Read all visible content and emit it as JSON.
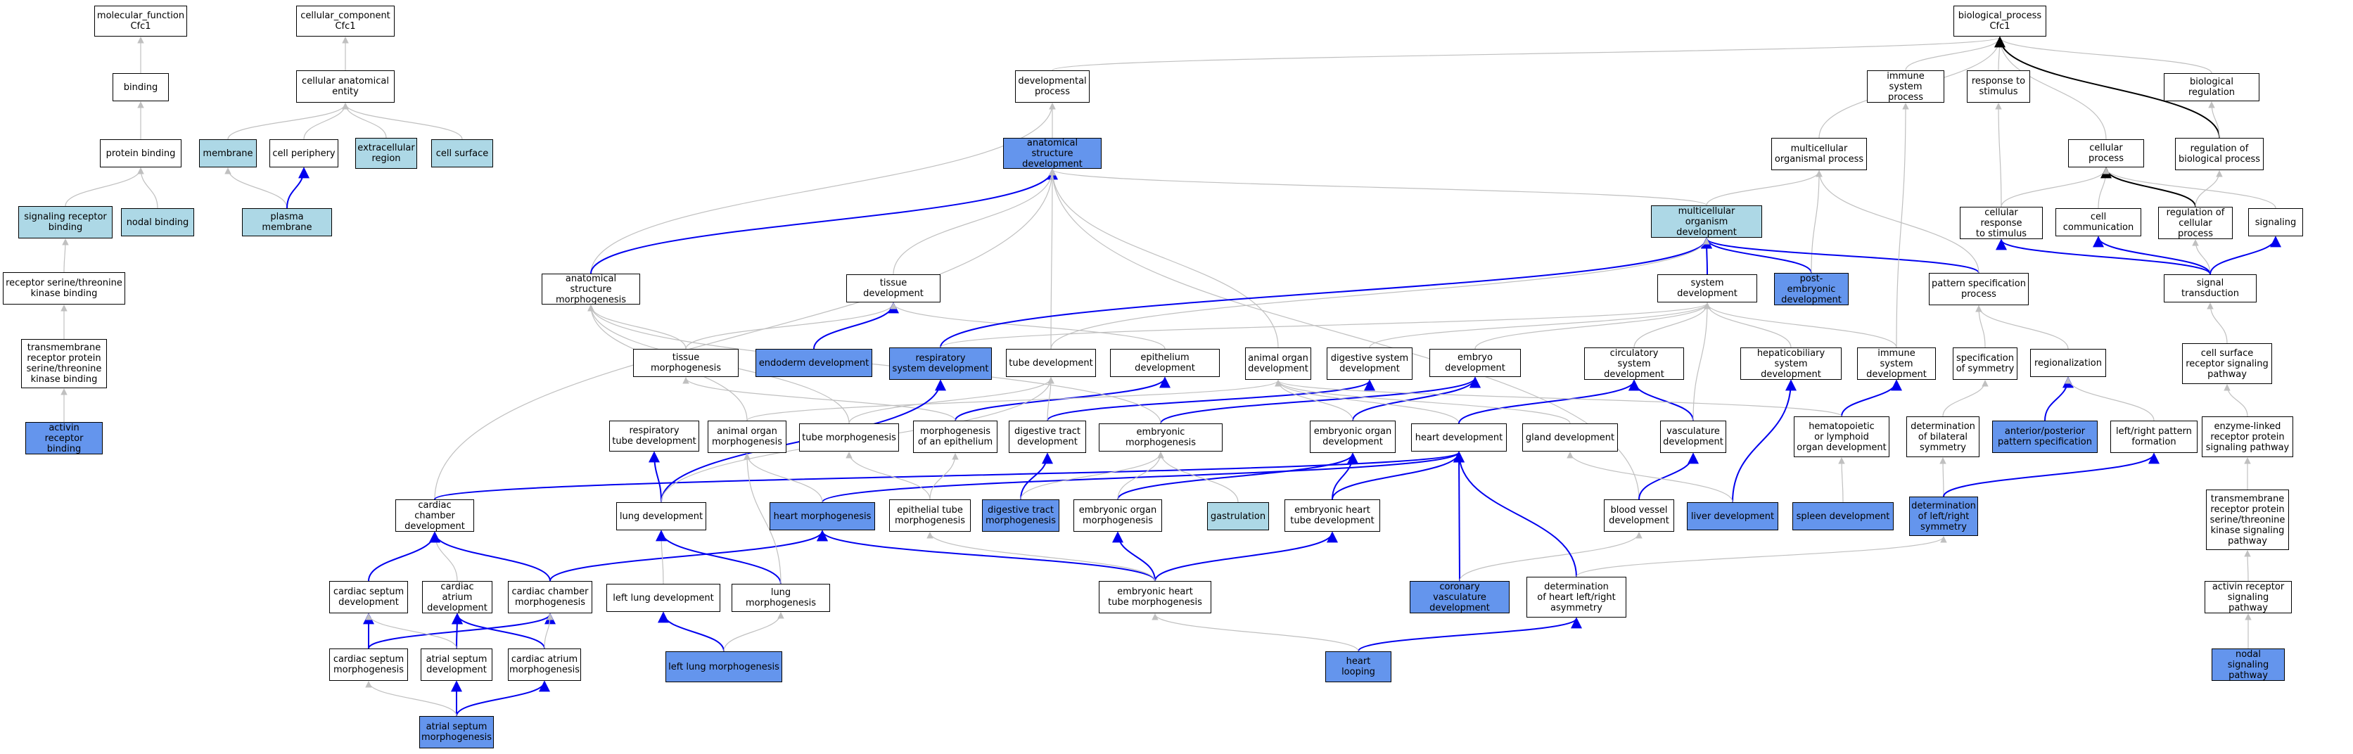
{
  "colors": {
    "light": "#add8e6",
    "dark": "#6495ed",
    "gray_edge": "#c0c0c0",
    "blue_edge": "#0000ee",
    "black_edge": "#000000"
  },
  "nodes": {
    "mf": {
      "label": "molecular_function\nCfc1",
      "fill": "white"
    },
    "cc": {
      "label": "cellular_component\nCfc1",
      "fill": "white"
    },
    "bp": {
      "label": "biological_process\nCfc1",
      "fill": "white"
    },
    "binding": {
      "label": "binding",
      "fill": "white"
    },
    "protbind": {
      "label": "protein binding",
      "fill": "white"
    },
    "sigrec": {
      "label": "signaling receptor\nbinding",
      "fill": "light"
    },
    "nodalb": {
      "label": "nodal binding",
      "fill": "light"
    },
    "rstkb": {
      "label": "receptor serine/threonine\nkinase binding",
      "fill": "white"
    },
    "tmrec": {
      "label": "transmembrane\nreceptor protein\nserine/threonine\nkinase binding",
      "fill": "white"
    },
    "activb": {
      "label": "activin receptor\nbinding",
      "fill": "dark"
    },
    "cae": {
      "label": "cellular anatomical\nentity",
      "fill": "white"
    },
    "membrane": {
      "label": "membrane",
      "fill": "light"
    },
    "cellper": {
      "label": "cell periphery",
      "fill": "white"
    },
    "extrareg": {
      "label": "extracellular\nregion",
      "fill": "light"
    },
    "cellsurf": {
      "label": "cell surface",
      "fill": "light"
    },
    "plasmam": {
      "label": "plasma membrane",
      "fill": "light"
    },
    "devproc": {
      "label": "developmental\nprocess",
      "fill": "white"
    },
    "asdev": {
      "label": "anatomical structure\ndevelopment",
      "fill": "dark"
    },
    "asmorph": {
      "label": "anatomical structure\nmorphogenesis",
      "fill": "white"
    },
    "tissdev": {
      "label": "tissue development",
      "fill": "white"
    },
    "tissmorph": {
      "label": "tissue morphogenesis",
      "fill": "white"
    },
    "endoderm": {
      "label": "endoderm development",
      "fill": "dark"
    },
    "respsys": {
      "label": "respiratory\nsystem development",
      "fill": "dark"
    },
    "tubedev": {
      "label": "tube development",
      "fill": "white"
    },
    "epidev": {
      "label": "epithelium development",
      "fill": "white"
    },
    "aodev": {
      "label": "animal organ\ndevelopment",
      "fill": "white"
    },
    "digsys": {
      "label": "digestive system\ndevelopment",
      "fill": "white"
    },
    "embdev": {
      "label": "embryo development",
      "fill": "white"
    },
    "resptube": {
      "label": "respiratory\ntube development",
      "fill": "white"
    },
    "aomorph": {
      "label": "animal organ\nmorphogenesis",
      "fill": "white"
    },
    "tubemorph": {
      "label": "tube morphogenesis",
      "fill": "white"
    },
    "morphepi": {
      "label": "morphogenesis\nof an epithelium",
      "fill": "white"
    },
    "digtract": {
      "label": "digestive tract\ndevelopment",
      "fill": "white"
    },
    "embmorph": {
      "label": "embryonic morphogenesis",
      "fill": "white"
    },
    "emborgdev": {
      "label": "embryonic organ\ndevelopment",
      "fill": "white"
    },
    "heartdev": {
      "label": "heart development",
      "fill": "white"
    },
    "ccdev": {
      "label": "cardiac chamber\ndevelopment",
      "fill": "white"
    },
    "lungdev": {
      "label": "lung development",
      "fill": "white"
    },
    "heartmorph": {
      "label": "heart morphogenesis",
      "fill": "dark"
    },
    "epitubemorph": {
      "label": "epithelial tube\nmorphogenesis",
      "fill": "white"
    },
    "digtractmorph": {
      "label": "digestive tract\nmorphogenesis",
      "fill": "dark"
    },
    "emborgmorph": {
      "label": "embryonic organ\nmorphogenesis",
      "fill": "white"
    },
    "gastrulation": {
      "label": "gastrulation",
      "fill": "light"
    },
    "embhtd": {
      "label": "embryonic heart\ntube development",
      "fill": "white"
    },
    "csdev": {
      "label": "cardiac septum\ndevelopment",
      "fill": "white"
    },
    "cadev": {
      "label": "cardiac atrium\ndevelopment",
      "fill": "white"
    },
    "ccmorph": {
      "label": "cardiac chamber\nmorphogenesis",
      "fill": "white"
    },
    "leftlungdev": {
      "label": "left lung development",
      "fill": "white"
    },
    "lungmorph": {
      "label": "lung morphogenesis",
      "fill": "white"
    },
    "embhtm": {
      "label": "embryonic heart\ntube morphogenesis",
      "fill": "white"
    },
    "csmorph": {
      "label": "cardiac septum\nmorphogenesis",
      "fill": "white"
    },
    "asepdev": {
      "label": "atrial septum\ndevelopment",
      "fill": "white"
    },
    "camorph": {
      "label": "cardiac atrium\nmorphogenesis",
      "fill": "white"
    },
    "leftlungmorph": {
      "label": "left lung morphogenesis",
      "fill": "dark"
    },
    "asepmorph": {
      "label": "atrial septum\nmorphogenesis",
      "fill": "dark"
    },
    "immsysproc": {
      "label": "immune system\nprocess",
      "fill": "white"
    },
    "resp": {
      "label": "response to\nstimulus",
      "fill": "white"
    },
    "bioreg": {
      "label": "biological regulation",
      "fill": "white"
    },
    "mop": {
      "label": "multicellular\norganismal process",
      "fill": "white"
    },
    "cellproc": {
      "label": "cellular process",
      "fill": "white"
    },
    "regbp": {
      "label": "regulation of\nbiological process",
      "fill": "white"
    },
    "mod": {
      "label": "multicellular\norganism development",
      "fill": "light"
    },
    "cellresp": {
      "label": "cellular response\nto stimulus",
      "fill": "white"
    },
    "cellcomm": {
      "label": "cell communication",
      "fill": "white"
    },
    "regcp": {
      "label": "regulation of\ncellular process",
      "fill": "white"
    },
    "signaling": {
      "label": "signaling",
      "fill": "white"
    },
    "sysdev": {
      "label": "system development",
      "fill": "white"
    },
    "postemb": {
      "label": "post-embryonic\ndevelopment",
      "fill": "dark"
    },
    "patspec": {
      "label": "pattern specification\nprocess",
      "fill": "white"
    },
    "sigtrans": {
      "label": "signal transduction",
      "fill": "white"
    },
    "circdev": {
      "label": "circulatory\nsystem development",
      "fill": "white"
    },
    "hepdev": {
      "label": "hepaticobiliary\nsystem development",
      "fill": "white"
    },
    "immdev": {
      "label": "immune system\ndevelopment",
      "fill": "white"
    },
    "specsym": {
      "label": "specification\nof symmetry",
      "fill": "white"
    },
    "regionalization": {
      "label": "regionalization",
      "fill": "white"
    },
    "csrsp": {
      "label": "cell surface\nreceptor signaling\npathway",
      "fill": "white"
    },
    "glanddev": {
      "label": "gland development",
      "fill": "white"
    },
    "vascdev": {
      "label": "vasculature\ndevelopment",
      "fill": "white"
    },
    "hemdev": {
      "label": "hematopoietic\nor lymphoid\norgan development",
      "fill": "white"
    },
    "detbilat": {
      "label": "determination\nof bilateral\nsymmetry",
      "fill": "white"
    },
    "antpost": {
      "label": "anterior/posterior\npattern specification",
      "fill": "dark"
    },
    "lrform": {
      "label": "left/right pattern\nformation",
      "fill": "white"
    },
    "elrsp": {
      "label": "enzyme-linked\nreceptor protein\nsignaling pathway",
      "fill": "white"
    },
    "bvdev": {
      "label": "blood vessel\ndevelopment",
      "fill": "white"
    },
    "liverdev": {
      "label": "liver development",
      "fill": "dark"
    },
    "spleendev": {
      "label": "spleen development",
      "fill": "dark"
    },
    "detlr": {
      "label": "determination\nof left/right\nsymmetry",
      "fill": "dark"
    },
    "tmrsp": {
      "label": "transmembrane\nreceptor protein\nserine/threonine\nkinase signaling\npathway",
      "fill": "white"
    },
    "covasc": {
      "label": "coronary vasculature\ndevelopment",
      "fill": "dark"
    },
    "dethlr": {
      "label": "determination\nof heart left/right\nasymmetry",
      "fill": "white"
    },
    "activsp": {
      "label": "activin receptor\nsignaling pathway",
      "fill": "white"
    },
    "heartloop": {
      "label": "heart looping",
      "fill": "dark"
    },
    "nodalsp": {
      "label": "nodal signaling\npathway",
      "fill": "dark"
    }
  },
  "edges": [
    [
      "binding",
      "mf",
      "g"
    ],
    [
      "protbind",
      "binding",
      "g"
    ],
    [
      "sigrec",
      "protbind",
      "g"
    ],
    [
      "nodalb",
      "protbind",
      "g"
    ],
    [
      "rstkb",
      "sigrec",
      "g"
    ],
    [
      "tmrec",
      "rstkb",
      "g"
    ],
    [
      "activb",
      "tmrec",
      "g"
    ],
    [
      "cae",
      "cc",
      "g"
    ],
    [
      "membrane",
      "cae",
      "g"
    ],
    [
      "cellper",
      "cae",
      "g"
    ],
    [
      "extrareg",
      "cae",
      "g"
    ],
    [
      "cellsurf",
      "cae",
      "g"
    ],
    [
      "plasmam",
      "membrane",
      "g"
    ],
    [
      "plasmam",
      "cellper",
      "b"
    ],
    [
      "devproc",
      "bp",
      "g"
    ],
    [
      "immsysproc",
      "bp",
      "g"
    ],
    [
      "resp",
      "bp",
      "g"
    ],
    [
      "bioreg",
      "bp",
      "g"
    ],
    [
      "mop",
      "bp",
      "g"
    ],
    [
      "cellproc",
      "bp",
      "g"
    ],
    [
      "regbp",
      "bp",
      "k"
    ],
    [
      "asdev",
      "devproc",
      "g"
    ],
    [
      "asmorph",
      "devproc",
      "g"
    ],
    [
      "asmorph",
      "asdev",
      "b"
    ],
    [
      "tissdev",
      "asdev",
      "g"
    ],
    [
      "tubedev",
      "asdev",
      "g"
    ],
    [
      "aodev",
      "asdev",
      "g"
    ],
    [
      "ccdev",
      "asdev",
      "g"
    ],
    [
      "bvdev",
      "asdev",
      "g"
    ],
    [
      "mod",
      "asdev",
      "g"
    ],
    [
      "tissmorph",
      "asmorph",
      "g"
    ],
    [
      "tissmorph",
      "tissdev",
      "g"
    ],
    [
      "endoderm",
      "tissdev",
      "b"
    ],
    [
      "epidev",
      "tissdev",
      "g"
    ],
    [
      "respsys",
      "mod",
      "b"
    ],
    [
      "respsys",
      "sysdev",
      "g"
    ],
    [
      "tubemorph",
      "tubedev",
      "g"
    ],
    [
      "tubemorph",
      "asmorph",
      "g"
    ],
    [
      "morphepi",
      "epidev",
      "b"
    ],
    [
      "morphepi",
      "tissmorph",
      "g"
    ],
    [
      "digtract",
      "digsys",
      "b"
    ],
    [
      "digtract",
      "tubedev",
      "g"
    ],
    [
      "embmorph",
      "embdev",
      "b"
    ],
    [
      "embmorph",
      "asmorph",
      "g"
    ],
    [
      "emborgdev",
      "embdev",
      "b"
    ],
    [
      "emborgdev",
      "aodev",
      "g"
    ],
    [
      "aomorph",
      "aodev",
      "g"
    ],
    [
      "aomorph",
      "asmorph",
      "g"
    ],
    [
      "heartdev",
      "aodev",
      "g"
    ],
    [
      "heartdev",
      "circdev",
      "b"
    ],
    [
      "ccdev",
      "heartdev",
      "b"
    ],
    [
      "lungdev",
      "respsys",
      "b"
    ],
    [
      "lungdev",
      "resptube",
      "b"
    ],
    [
      "lungdev",
      "tubedev",
      "g"
    ],
    [
      "heartmorph",
      "heartdev",
      "b"
    ],
    [
      "heartmorph",
      "aomorph",
      "g"
    ],
    [
      "epitubemorph",
      "tubemorph",
      "g"
    ],
    [
      "epitubemorph",
      "morphepi",
      "g"
    ],
    [
      "digtractmorph",
      "digtract",
      "b"
    ],
    [
      "digtractmorph",
      "embmorph",
      "g"
    ],
    [
      "emborgmorph",
      "emborgdev",
      "b"
    ],
    [
      "emborgmorph",
      "embmorph",
      "g"
    ],
    [
      "gastrulation",
      "embmorph",
      "g"
    ],
    [
      "embhtd",
      "heartdev",
      "b"
    ],
    [
      "embhtd",
      "emborgdev",
      "b"
    ],
    [
      "csdev",
      "ccdev",
      "b"
    ],
    [
      "cadev",
      "ccdev",
      "g"
    ],
    [
      "ccmorph",
      "ccdev",
      "b"
    ],
    [
      "ccmorph",
      "heartmorph",
      "b"
    ],
    [
      "leftlungdev",
      "lungdev",
      "g"
    ],
    [
      "lungmorph",
      "lungdev",
      "b"
    ],
    [
      "lungmorph",
      "aomorph",
      "g"
    ],
    [
      "embhtm",
      "heartmorph",
      "b"
    ],
    [
      "embhtm",
      "emborgmorph",
      "b"
    ],
    [
      "embhtm",
      "embhtd",
      "b"
    ],
    [
      "embhtm",
      "epitubemorph",
      "g"
    ],
    [
      "csmorph",
      "csdev",
      "b"
    ],
    [
      "csmorph",
      "ccmorph",
      "b"
    ],
    [
      "asepdev",
      "cadev",
      "b"
    ],
    [
      "asepdev",
      "csdev",
      "g"
    ],
    [
      "camorph",
      "cadev",
      "b"
    ],
    [
      "camorph",
      "ccmorph",
      "g"
    ],
    [
      "leftlungmorph",
      "leftlungdev",
      "b"
    ],
    [
      "leftlungmorph",
      "lungmorph",
      "g"
    ],
    [
      "asepmorph",
      "asepdev",
      "b"
    ],
    [
      "asepmorph",
      "camorph",
      "b"
    ],
    [
      "asepmorph",
      "csmorph",
      "g"
    ],
    [
      "mop",
      "bp",
      "g"
    ],
    [
      "mod",
      "mop",
      "g"
    ],
    [
      "cellproc",
      "bp",
      "g"
    ],
    [
      "regbp",
      "bioreg",
      "g"
    ],
    [
      "regbp",
      "bp",
      "k"
    ],
    [
      "cellresp",
      "resp",
      "g"
    ],
    [
      "cellresp",
      "cellproc",
      "g"
    ],
    [
      "cellcomm",
      "cellproc",
      "g"
    ],
    [
      "regcp",
      "cellproc",
      "k"
    ],
    [
      "regcp",
      "regbp",
      "g"
    ],
    [
      "signaling",
      "cellproc",
      "g"
    ],
    [
      "sysdev",
      "mod",
      "b"
    ],
    [
      "postemb",
      "mod",
      "b"
    ],
    [
      "postemb",
      "mop",
      "g"
    ],
    [
      "patspec",
      "mod",
      "b"
    ],
    [
      "patspec",
      "mop",
      "g"
    ],
    [
      "sigtrans",
      "cellresp",
      "b"
    ],
    [
      "sigtrans",
      "cellcomm",
      "b"
    ],
    [
      "sigtrans",
      "regcp",
      "g"
    ],
    [
      "sigtrans",
      "signaling",
      "b"
    ],
    [
      "circdev",
      "sysdev",
      "g"
    ],
    [
      "hepdev",
      "sysdev",
      "g"
    ],
    [
      "immdev",
      "sysdev",
      "g"
    ],
    [
      "immdev",
      "immsysproc",
      "g"
    ],
    [
      "specsym",
      "patspec",
      "g"
    ],
    [
      "regionalization",
      "patspec",
      "g"
    ],
    [
      "csrsp",
      "sigtrans",
      "g"
    ],
    [
      "vascdev",
      "circdev",
      "b"
    ],
    [
      "vascdev",
      "sysdev",
      "g"
    ],
    [
      "hemdev",
      "immdev",
      "b"
    ],
    [
      "hemdev",
      "aodev",
      "g"
    ],
    [
      "detbilat",
      "specsym",
      "g"
    ],
    [
      "antpost",
      "regionalization",
      "b"
    ],
    [
      "lrform",
      "regionalization",
      "g"
    ],
    [
      "elrsp",
      "csrsp",
      "g"
    ],
    [
      "bvdev",
      "vascdev",
      "b"
    ],
    [
      "liverdev",
      "hepdev",
      "b"
    ],
    [
      "liverdev",
      "glanddev",
      "g"
    ],
    [
      "spleendev",
      "hemdev",
      "g"
    ],
    [
      "detlr",
      "detbilat",
      "g"
    ],
    [
      "detlr",
      "lrform",
      "b"
    ],
    [
      "tmrsp",
      "elrsp",
      "g"
    ],
    [
      "covasc",
      "heartdev",
      "b"
    ],
    [
      "covasc",
      "bvdev",
      "g"
    ],
    [
      "dethlr",
      "heartdev",
      "b"
    ],
    [
      "dethlr",
      "detlr",
      "g"
    ],
    [
      "activsp",
      "tmrsp",
      "g"
    ],
    [
      "heartloop",
      "dethlr",
      "b"
    ],
    [
      "heartloop",
      "embhtm",
      "g"
    ],
    [
      "nodalsp",
      "activsp",
      "g"
    ],
    [
      "glanddev",
      "aodev",
      "g"
    ],
    [
      "embdev",
      "sysdev",
      "g"
    ],
    [
      "digsys",
      "sysdev",
      "g"
    ],
    [
      "tubedev",
      "mod",
      "g"
    ]
  ]
}
